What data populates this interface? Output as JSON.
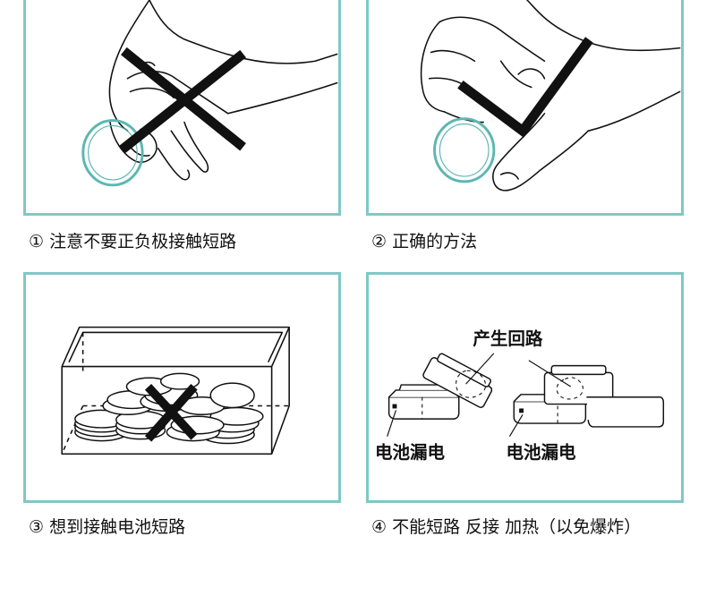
{
  "panels": [
    {
      "caption": "① 注意不要正负极接触短路",
      "verdict": "wrong"
    },
    {
      "caption": "② 正确的方法",
      "verdict": "correct"
    },
    {
      "caption": "③ 想到接触电池短路",
      "verdict": "wrong"
    },
    {
      "caption": "④ 不能短路  反接  加热（以免爆炸）",
      "labels": {
        "loop": "产生回路",
        "leak_left": "电池漏电",
        "leak_right": "电池漏电"
      }
    }
  ],
  "colors": {
    "frame": "#7fc8c4",
    "coin_ring": "#5cb7b2",
    "ink": "#111111"
  }
}
